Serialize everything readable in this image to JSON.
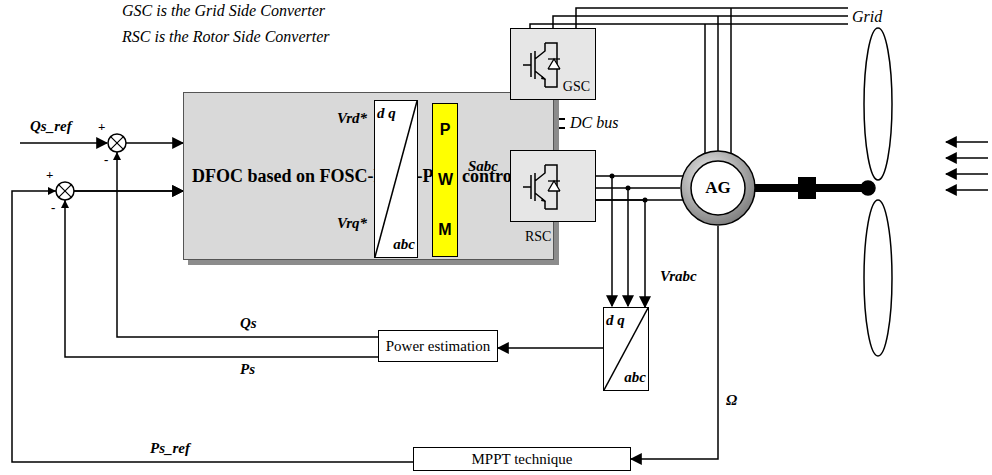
{
  "diagram": {
    "nodes": [
      {
        "text": [
          "DFOC based on FOSC-FOPI-PSO controllers"
        ]
      },
      {
        "text": [
          "d q",
          "abc"
        ]
      },
      {
        "text": [
          "P W M"
        ]
      },
      {
        "text": [
          "GSC"
        ]
      },
      {
        "text": [
          "RSC"
        ]
      },
      {
        "text": [
          "AG"
        ]
      },
      {
        "text": [
          "d q",
          "abc"
        ]
      },
      {
        "text": [
          "Power estimation"
        ]
      },
      {
        "text": [
          "MPPT technique"
        ]
      }
    ],
    "edges": [
      {
        "from": 0,
        "to": 1,
        "label": "Vrd*",
        "arrow": "to"
      },
      {
        "from": 0,
        "to": 1,
        "label": "Vrq*",
        "arrow": "to"
      },
      {
        "from": 1,
        "to": 2,
        "arrow": "to"
      },
      {
        "from": 2,
        "to": 4,
        "label": "Sabc",
        "arrow": "to"
      },
      {
        "from": 3,
        "to": 4,
        "label": "DC bus",
        "arrow": "none"
      },
      {
        "from": 4,
        "to": 5,
        "arrow": "none"
      },
      {
        "from": 4,
        "to": 6,
        "label": "Vrabc",
        "arrow": "to"
      },
      {
        "from": 6,
        "to": 7,
        "arrow": "to"
      },
      {
        "from": 7,
        "to": 0,
        "label": "Qs",
        "arrow": "to"
      },
      {
        "from": 7,
        "to": 0,
        "label": "Ps",
        "arrow": "to"
      },
      {
        "from": 5,
        "to": 8,
        "label": "Ω",
        "arrow": "to"
      },
      {
        "from": 8,
        "to": 0,
        "label": "Ps_ref",
        "arrow": "to"
      }
    ],
    "labels": [
      "GSC is the Grid Side Converter",
      "RSC is the Rotor Side Converter",
      "Qs_ref",
      "+",
      "-",
      "+",
      "-",
      "Grid"
    ]
  }
}
